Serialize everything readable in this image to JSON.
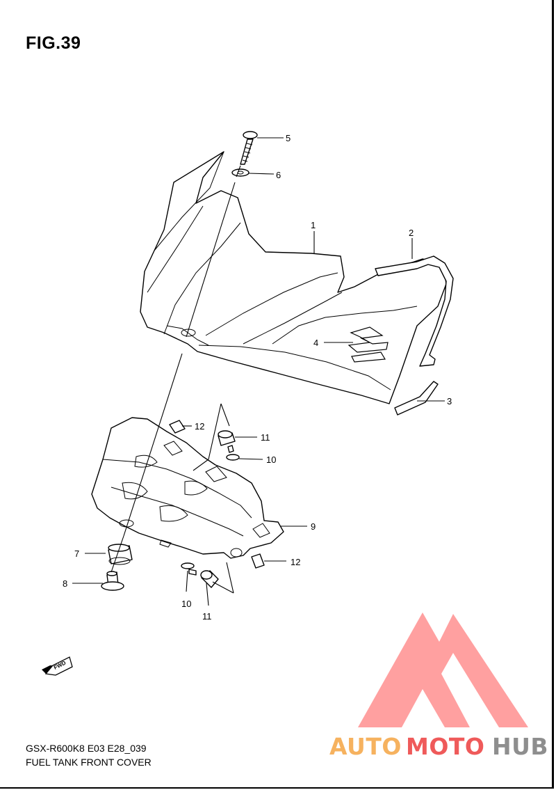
{
  "figure": {
    "title": "FIG.39",
    "model_code": "GSX-R600K8 E03 E28_039",
    "part_name": "FUEL TANK FRONT COVER"
  },
  "callouts": {
    "c1": "1",
    "c2": "2",
    "c3": "3",
    "c4": "4",
    "c5": "5",
    "c6": "6",
    "c7": "7",
    "c8": "8",
    "c9": "9",
    "c10a": "10",
    "c10b": "10",
    "c11a": "11",
    "c11b": "11",
    "c12a": "12",
    "c12b": "12"
  },
  "fwd_badge": "FWD",
  "watermark": {
    "word_orange": "AUTO",
    "word_red": "MOTO",
    "word_gray": "HUB",
    "color_orange": "#f6b25f",
    "color_red": "#ef5a5a",
    "color_gray": "#8e8e8e",
    "emblem_color": "#ff8f8f"
  }
}
